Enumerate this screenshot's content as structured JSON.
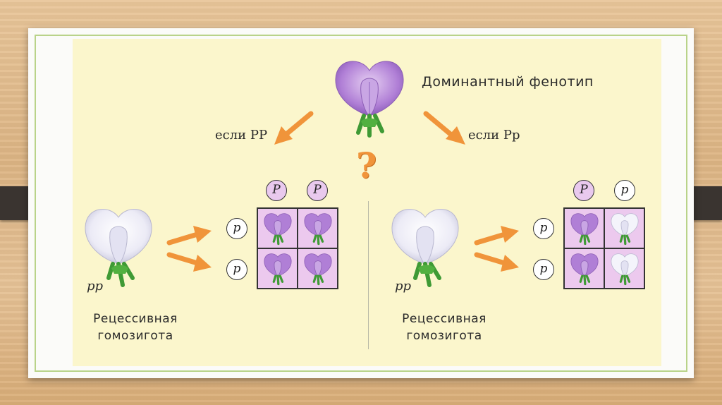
{
  "title": "Доминантный фенотип",
  "left_branch": "если PP",
  "right_branch": "если Pp",
  "question_mark": "?",
  "left": {
    "genotype": "pp",
    "label_line1": "Рецессивная",
    "label_line2": "гомозигота",
    "top_alleles": [
      "P",
      "P"
    ],
    "side_alleles": [
      "p",
      "p"
    ],
    "cells": [
      "purple",
      "purple",
      "purple",
      "purple"
    ]
  },
  "right": {
    "genotype": "pp",
    "label_line1": "Рецессивная",
    "label_line2": "гомозигота",
    "top_alleles": [
      "P",
      "p"
    ],
    "side_alleles": [
      "p",
      "p"
    ],
    "cells": [
      "purple",
      "white",
      "purple",
      "white"
    ]
  },
  "colors": {
    "dominant_flower": "#b07fd6",
    "recessive_flower": "#f4f4fb",
    "arrow": "#f0943a",
    "cell_bg": "#ecc9ee",
    "panel_bg": "#fbf6cc"
  }
}
